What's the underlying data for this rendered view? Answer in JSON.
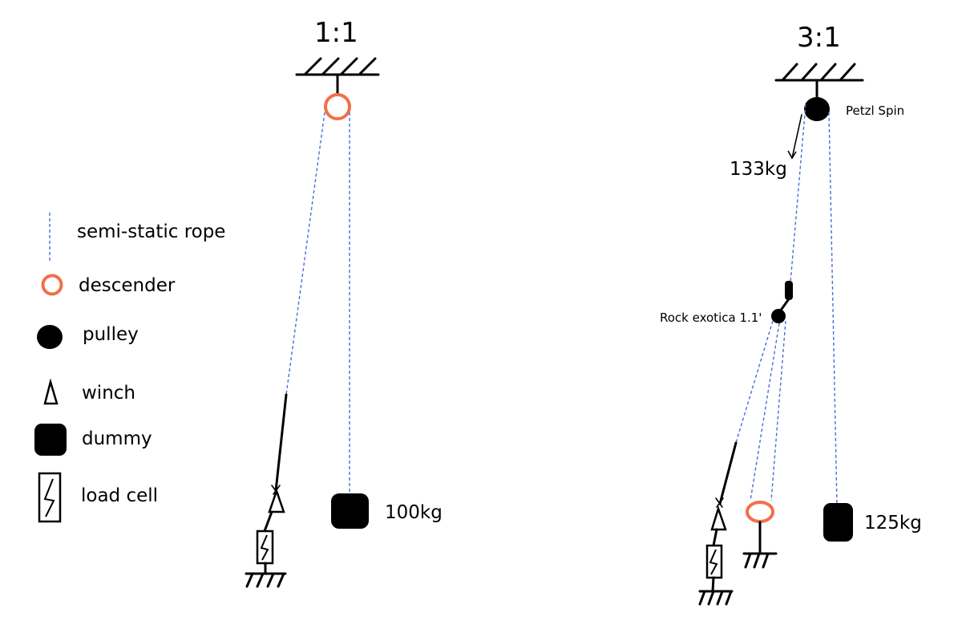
{
  "left_system": {
    "title": "1:1",
    "mass_label": "100kg"
  },
  "right_system": {
    "title": "3:1",
    "pulley_label": "Petzl Spin",
    "force_label": "133kg",
    "rock_label": "Rock exotica 1.1'",
    "mass_label": "125kg"
  },
  "legend": {
    "rope": "semi-static rope",
    "descender": "descender",
    "pulley": "pulley",
    "winch": "winch",
    "dummy": "dummy",
    "load_cell": "load cell"
  },
  "colors": {
    "rope": "#4a6fd6",
    "descender": "#f07048",
    "ink": "#000000"
  }
}
